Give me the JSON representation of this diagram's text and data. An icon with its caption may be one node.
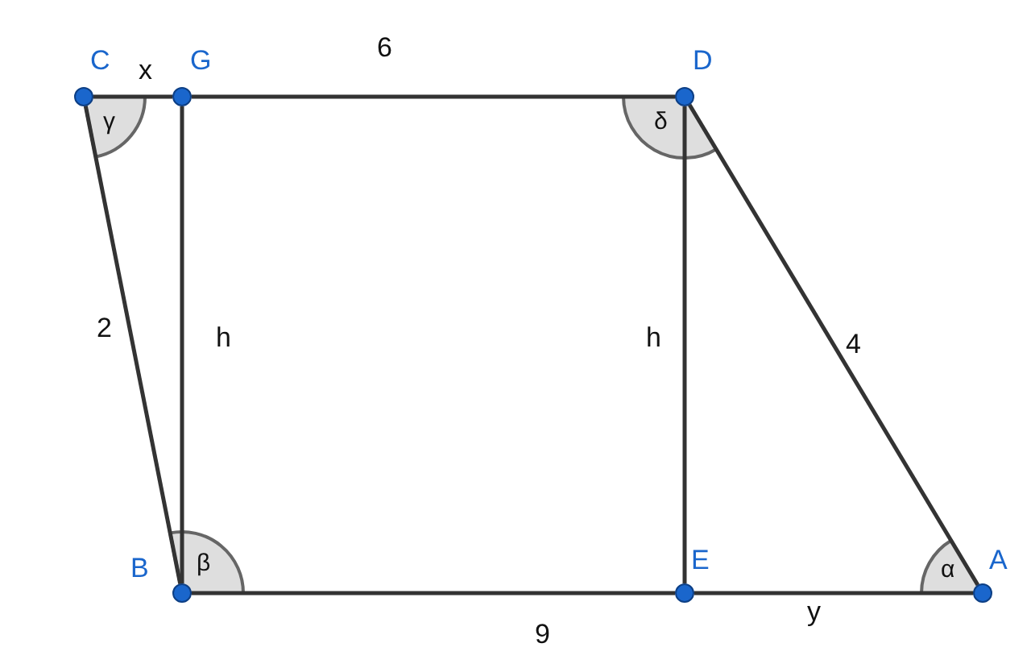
{
  "diagram": {
    "nodes": [
      {
        "text": [
          "C"
        ],
        "beside": [
          "γ"
        ]
      },
      {
        "text": [
          "G"
        ]
      },
      {
        "text": [
          "D"
        ],
        "beside": [
          "δ"
        ]
      },
      {
        "text": [
          "B"
        ],
        "beside": [
          "β"
        ]
      },
      {
        "text": [
          "E"
        ]
      },
      {
        "text": [
          "A"
        ],
        "beside": [
          "α"
        ]
      }
    ],
    "edges": [
      {
        "from": 0,
        "to": 1,
        "arrow": "none",
        "label": "x"
      },
      {
        "from": 1,
        "to": 2,
        "arrow": "none",
        "label": "6"
      },
      {
        "from": 0,
        "to": 3,
        "arrow": "none",
        "label": "2"
      },
      {
        "from": 1,
        "to": 3,
        "arrow": "none",
        "label": "h"
      },
      {
        "from": 2,
        "to": 4,
        "arrow": "none",
        "label": "h"
      },
      {
        "from": 2,
        "to": 5,
        "arrow": "none",
        "label": "4"
      },
      {
        "from": 3,
        "to": 4,
        "arrow": "none",
        "label": "9"
      },
      {
        "from": 4,
        "to": 5,
        "arrow": "none",
        "label": "y"
      }
    ]
  }
}
